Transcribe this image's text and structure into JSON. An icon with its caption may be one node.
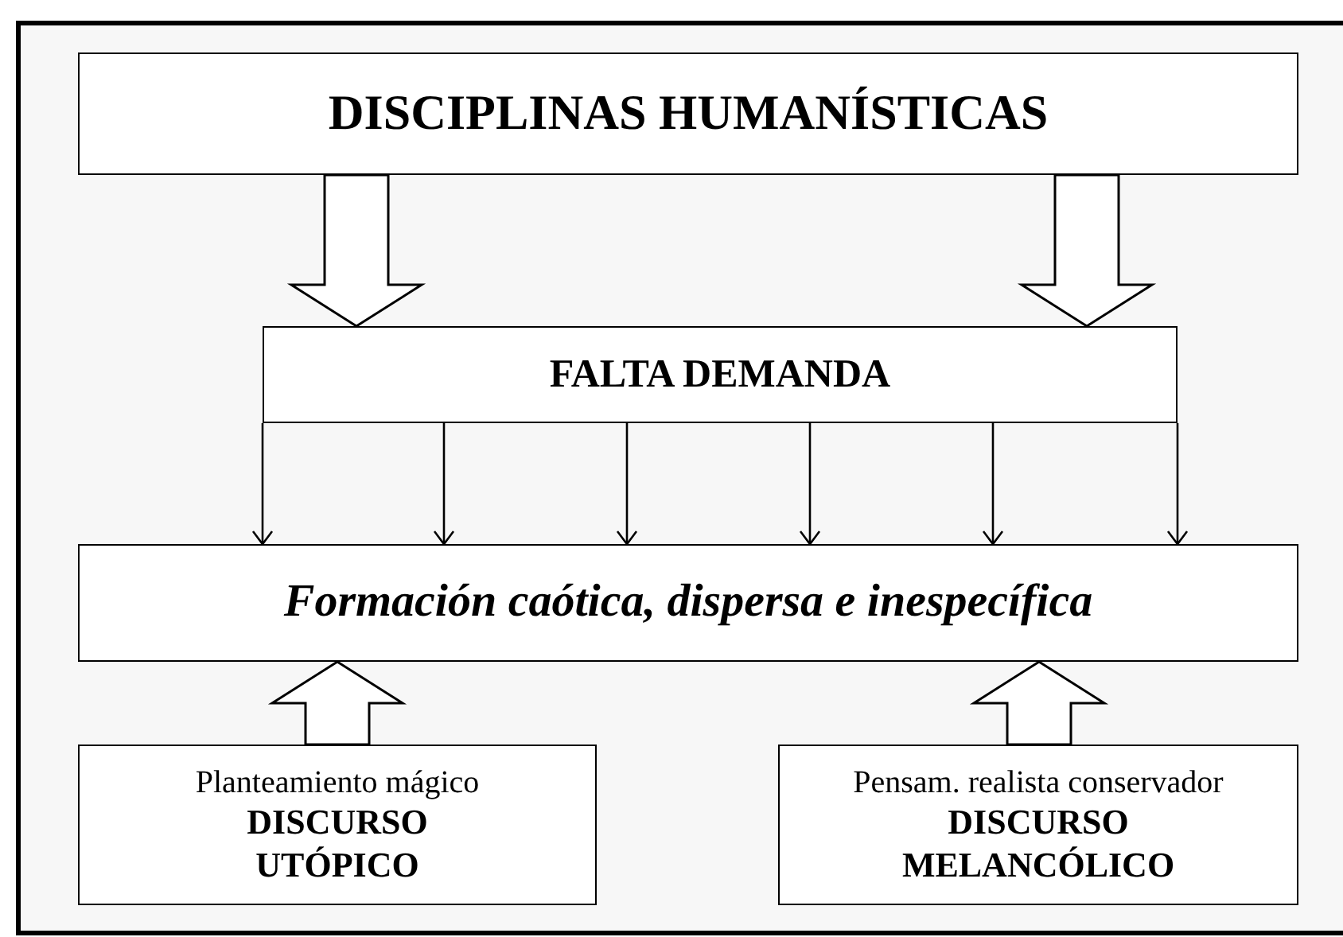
{
  "diagram": {
    "nodes": [
      {
        "text": [
          "DISCIPLINAS HUMANÍSTICAS"
        ]
      },
      {
        "text": [
          "FALTA DEMANDA"
        ]
      },
      {
        "text": [
          "Formación caótica, dispersa e inespecífica"
        ]
      },
      {
        "text": [
          "Planteamiento mágico",
          "DISCURSO UTÓPICO"
        ]
      },
      {
        "text": [
          "Pensam. realista conservador",
          "DISCURSO MELANCÓLICO"
        ]
      }
    ],
    "edges": [
      {
        "from": 0,
        "to": 1,
        "arrow": "to",
        "style": "thick"
      },
      {
        "from": 0,
        "to": 1,
        "arrow": "to",
        "style": "thick"
      },
      {
        "from": 1,
        "to": 2,
        "arrow": "to"
      },
      {
        "from": 1,
        "to": 2,
        "arrow": "to"
      },
      {
        "from": 1,
        "to": 2,
        "arrow": "to"
      },
      {
        "from": 1,
        "to": 2,
        "arrow": "to"
      },
      {
        "from": 1,
        "to": 2,
        "arrow": "to"
      },
      {
        "from": 1,
        "to": 2,
        "arrow": "to"
      },
      {
        "from": 3,
        "to": 2,
        "arrow": "to",
        "style": "thick"
      },
      {
        "from": 4,
        "to": 2,
        "arrow": "to",
        "style": "thick"
      }
    ]
  }
}
